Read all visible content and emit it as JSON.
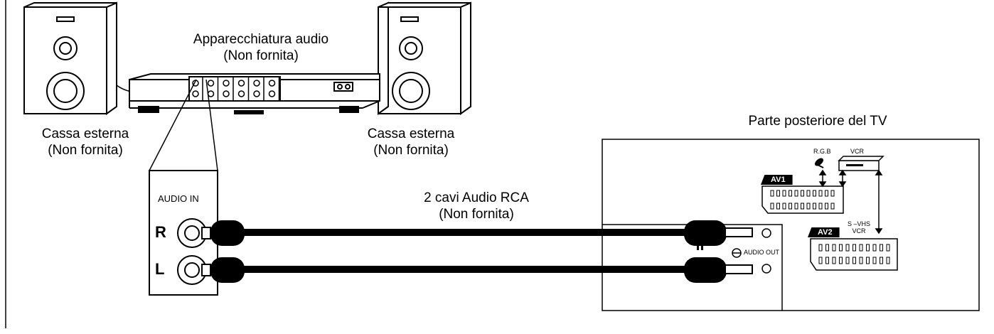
{
  "diagram": {
    "audio_device": {
      "title": "Apparecchiatura audio",
      "note": "(Non fornita)"
    },
    "left_speaker": {
      "title": "Cassa esterna",
      "note": "(Non fornita)"
    },
    "right_speaker": {
      "title": "Cassa esterna",
      "note": "(Non fornita)"
    },
    "tv_back": {
      "title": "Parte posteriore del TV"
    },
    "audio_in": {
      "label": "AUDIO IN",
      "right": "R",
      "left": "L"
    },
    "cable": {
      "title": "2 cavi Audio RCA",
      "note": "(Non fornita)"
    },
    "tv_panel": {
      "audio_out": "AUDIO OUT",
      "rgb": "R.G.B",
      "vcr_top": "VCR",
      "av1": "AV1",
      "av2": "AV2",
      "svhs": "S –VHS",
      "vcr_bottom": "VCR"
    }
  }
}
